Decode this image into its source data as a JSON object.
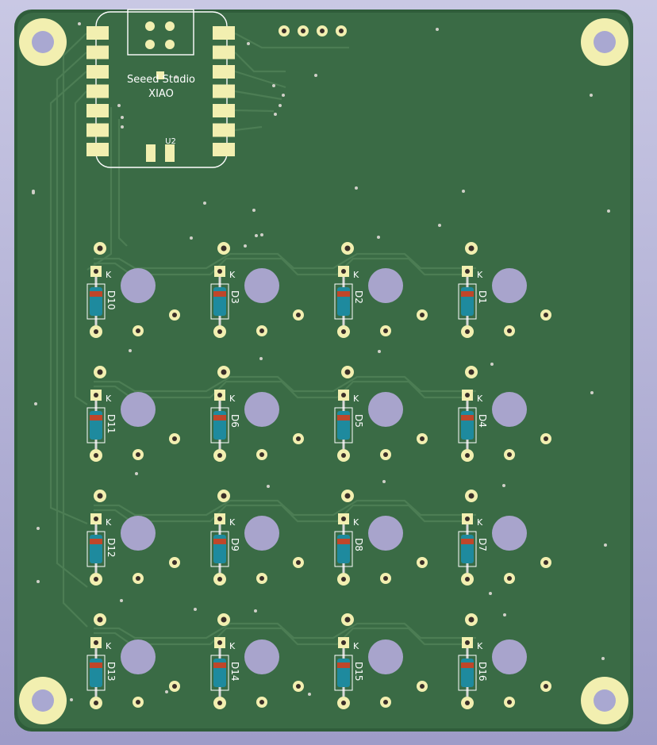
{
  "board": {
    "module_name_line1": "Seeed Studio",
    "module_name_line2": "XIAO",
    "module_ref": "U2",
    "colors": {
      "background": "#a9a8d1",
      "solder_mask": "#3a6b45",
      "copper_trace": "#4c7d54",
      "pad_gold": "#f2efb0",
      "silkscreen": "#ffffff",
      "diode_body": "#1e8a9e",
      "diode_band": "#c0462a",
      "switch_hole": "#a8a4cc"
    }
  },
  "keys": [
    {
      "diode": "D10",
      "cathode": "K"
    },
    {
      "diode": "D3",
      "cathode": "K"
    },
    {
      "diode": "D2",
      "cathode": "K"
    },
    {
      "diode": "D1",
      "cathode": "K"
    },
    {
      "diode": "D11",
      "cathode": "K"
    },
    {
      "diode": "D6",
      "cathode": "K"
    },
    {
      "diode": "D5",
      "cathode": "K"
    },
    {
      "diode": "D4",
      "cathode": "K"
    },
    {
      "diode": "D12",
      "cathode": "K"
    },
    {
      "diode": "D9",
      "cathode": "K"
    },
    {
      "diode": "D8",
      "cathode": "K"
    },
    {
      "diode": "D7",
      "cathode": "K"
    },
    {
      "diode": "D13",
      "cathode": "K"
    },
    {
      "diode": "D14",
      "cathode": "K"
    },
    {
      "diode": "D15",
      "cathode": "K"
    },
    {
      "diode": "D16",
      "cathode": "K"
    }
  ]
}
